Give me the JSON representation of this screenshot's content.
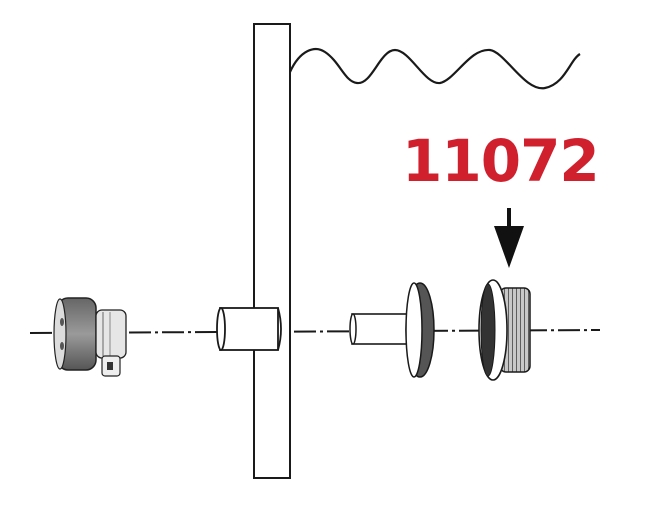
{
  "diagram": {
    "title": "Exploded assembly view – tank fitting",
    "highlight": {
      "part_number": "11072",
      "color": "#d0202e",
      "arrow": "arrow-down-icon"
    },
    "components": [
      {
        "id": "nut-with-clip",
        "description": "Threaded nut with side clip (left)"
      },
      {
        "id": "bushing",
        "description": "Cylindrical sleeve through wall"
      },
      {
        "id": "wall-panel",
        "description": "Vertical wall / tank wall"
      },
      {
        "id": "water-surface",
        "description": "Wavy liquid line"
      },
      {
        "id": "flanged-spigot",
        "description": "Spigot with flange"
      },
      {
        "id": "threaded-ring",
        "description": "Threaded ring – part 11072"
      }
    ],
    "colors": {
      "line": "#1a1a1a",
      "background": "#ffffff",
      "label": "#d0202e"
    }
  }
}
